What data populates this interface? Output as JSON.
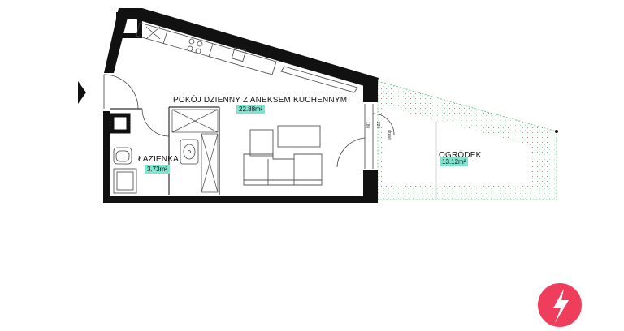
{
  "rooms": {
    "living": {
      "name": "POKÓJ DZIENNY Z ANEKSEM KUCHENNYM",
      "area": "22.88m²"
    },
    "bathroom": {
      "name": "ŁAZIENKA",
      "area": "3.73m²"
    },
    "garden": {
      "name": "OGRÓDEK",
      "area": "13.12m²"
    }
  },
  "dimensions": {
    "window_a": "180",
    "window_b": "220",
    "door_note": "drzwi"
  },
  "colors": {
    "wall": "#111111",
    "garden_hatch": "#7fcf9a",
    "badge": "#7fe3cf",
    "logo": "#ee3e5b"
  },
  "logo": {
    "icon": "lightning-bolt-icon"
  }
}
